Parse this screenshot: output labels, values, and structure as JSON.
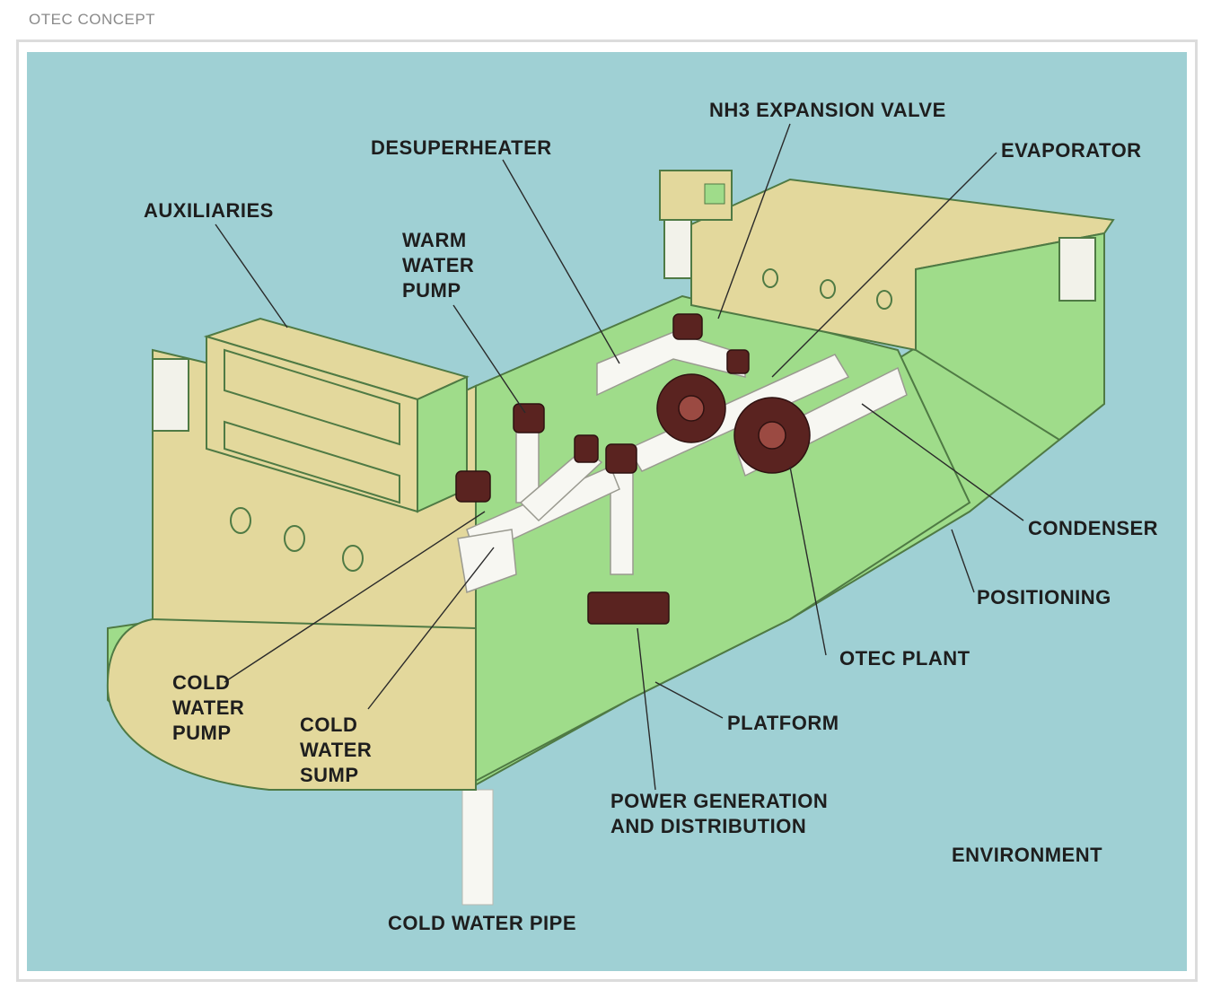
{
  "caption": "OTEC CONCEPT",
  "colors": {
    "water": "#9fd0d4",
    "hull_tan": "#e3d89c",
    "hull_green": "#9fdc8a",
    "pipe_white": "#f7f7f2",
    "pump_brown": "#5a2320"
  },
  "labels": {
    "nh3_valve": "NH3 EXPANSION VALVE",
    "desuperheater": "DESUPERHEATER",
    "evaporator": "EVAPORATOR",
    "auxiliaries": "AUXILIARIES",
    "warm_water_pump": [
      "WARM",
      "WATER",
      "PUMP"
    ],
    "condenser": "CONDENSER",
    "positioning": "POSITIONING",
    "otec_plant": "OTEC PLANT",
    "cold_water_pump": [
      "COLD",
      "WATER",
      "PUMP"
    ],
    "cold_water_sump": [
      "COLD",
      "WATER",
      "SUMP"
    ],
    "platform": "PLATFORM",
    "power_generation": [
      "POWER GENERATION",
      "AND DISTRIBUTION"
    ],
    "environment": "ENVIRONMENT",
    "cold_water_pipe": "COLD WATER PIPE"
  }
}
